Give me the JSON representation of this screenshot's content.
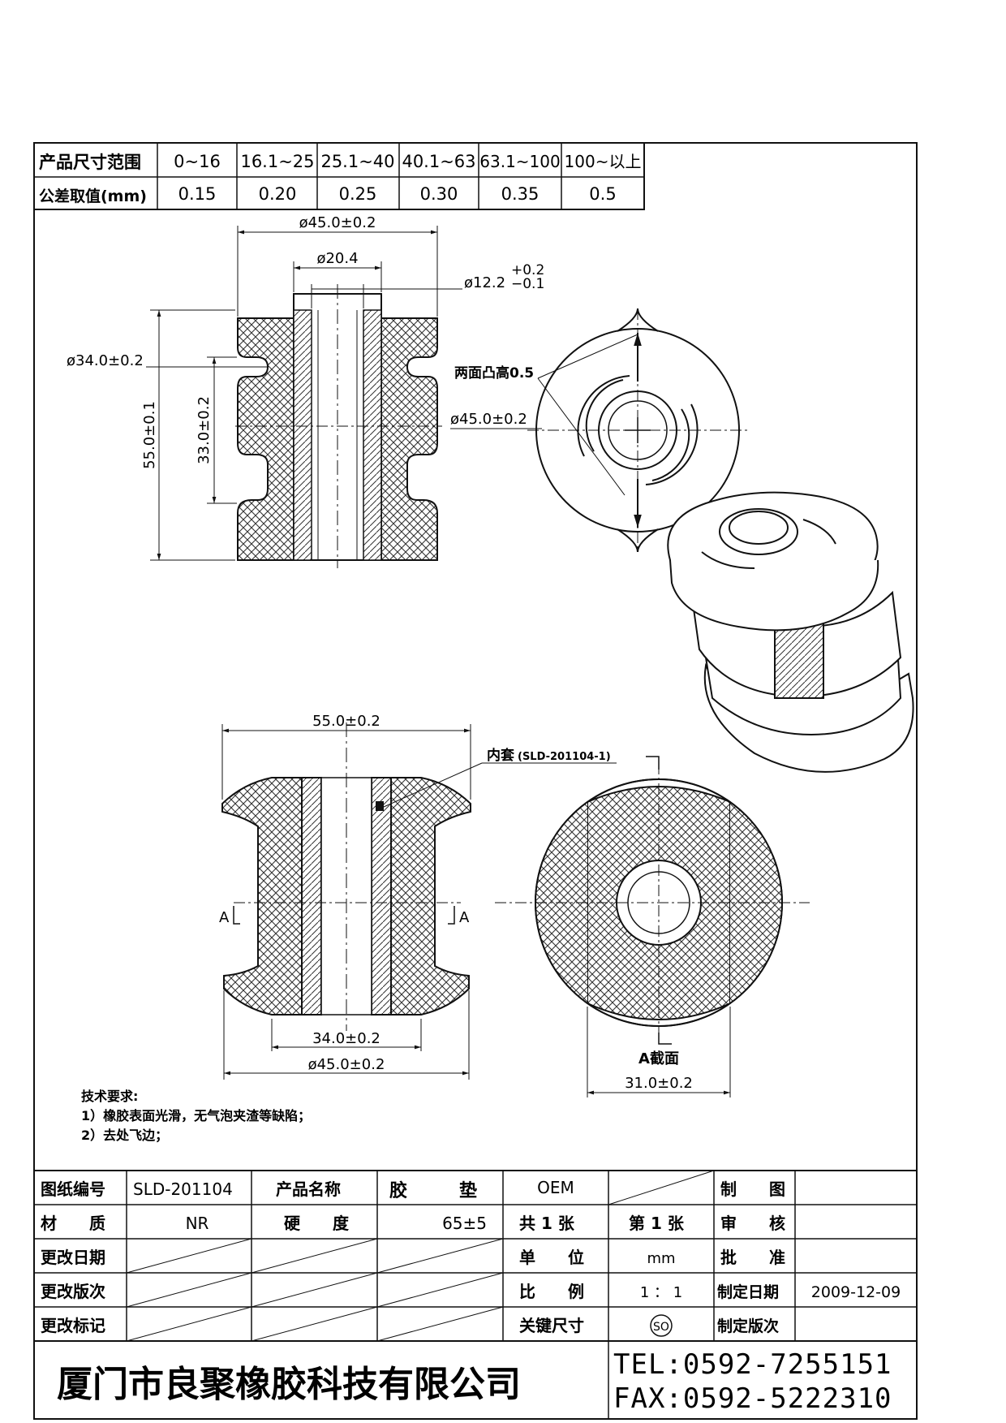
{
  "tolerance_table": {
    "row1_label": "产品尺寸范围",
    "row2_label": "公差取值(mm)",
    "ranges": [
      "0~16",
      "16.1~25",
      "25.1~40",
      "40.1~63",
      "63.1~100",
      "100~以上"
    ],
    "values": [
      "0.15",
      "0.20",
      "0.25",
      "0.30",
      "0.35",
      "0.5"
    ]
  },
  "top_view": {
    "dim_outer": "ø45.0±0.2",
    "dim_inner": "ø20.4",
    "dim_bore": "ø12.2",
    "dim_bore_tol_upper": "+0.2",
    "dim_bore_tol_lower": "−0.1",
    "dim_groove": "ø34.0±0.2",
    "dim_height": "55.0±0.1",
    "dim_mid": "33.0±0.2"
  },
  "end_view": {
    "note_boss": "两面凸高0.5",
    "dim_outer": "ø45.0±0.2"
  },
  "section_view": {
    "dim_length": "55.0±0.2",
    "label_inner_sleeve": "内套",
    "inner_sleeve_code": "(SLD-201104-1)",
    "section_mark_left": "A",
    "section_mark_right": "A",
    "dim_groove": "34.0±0.2",
    "dim_outer": "ø45.0±0.2"
  },
  "section_a": {
    "title": "A截面",
    "dim_width": "31.0±0.2"
  },
  "tech_notes": {
    "heading": "技术要求:",
    "line1": "1）橡胶表面光滑，无气泡夹渣等缺陷；",
    "line2": "2）去处飞边；"
  },
  "title_block": {
    "drawing_no_label": "图纸编号",
    "drawing_no": "SLD-201104",
    "product_name_label": "产品名称",
    "product_name_1": "胶",
    "product_name_2": "垫",
    "oem": "OEM",
    "made_by_label": "制　　图",
    "material_label": "材　　质",
    "material": "NR",
    "hardness_label": "硬　　度",
    "hardness": "65±5",
    "total_sheets": "共 1 张",
    "sheet_no": "第 1 张",
    "review_label": "审　　核",
    "change_date_label": "更改日期",
    "unit_label": "单　　位",
    "unit": "mm",
    "approve_label": "批　　准",
    "change_version_label": "更改版次",
    "scale_label": "比　　例",
    "scale": "1 ： 1",
    "issue_date_label": "制定日期",
    "issue_date": "2009-12-09",
    "change_mark_label": "更改标记",
    "key_dim_label": "关键尺寸",
    "key_dim_symbol": "SO",
    "issue_version_label": "制定版次",
    "company": "厦门市良聚橡胶科技有限公司",
    "tel": "TEL:0592-7255151",
    "fax": "FAX:0592-5222310"
  }
}
